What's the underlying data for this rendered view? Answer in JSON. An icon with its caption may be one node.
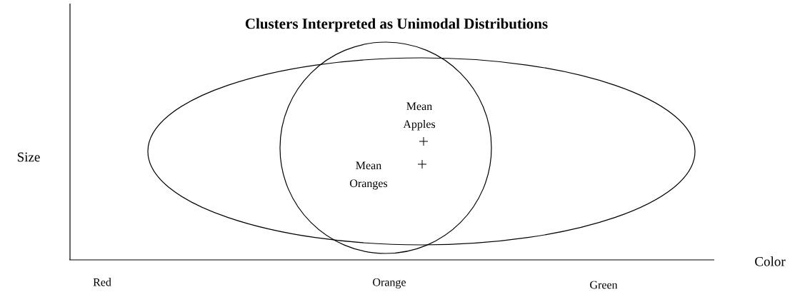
{
  "diagram": {
    "title": "Clusters Interpreted as Unimodal Distributions",
    "nodes": [
      {
        "text": [],
        "shape": "ellipse"
      },
      {
        "text": [],
        "shape": "circle"
      }
    ],
    "labels": [
      "Size",
      "Color",
      "Red",
      "Orange",
      "Green",
      "Mean Apples",
      "Mean Oranges"
    ]
  }
}
